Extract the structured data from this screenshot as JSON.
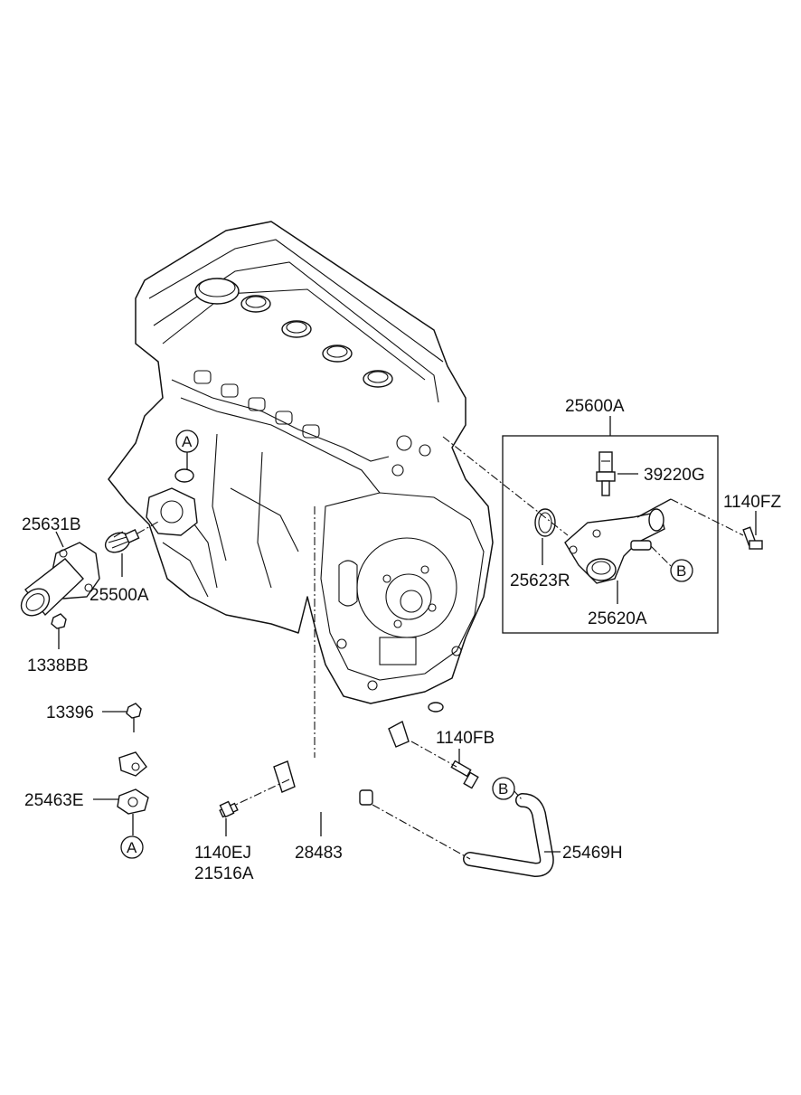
{
  "parts": {
    "p25600A": "25600A",
    "p39220G": "39220G",
    "p1140FZ": "1140FZ",
    "p25623R": "25623R",
    "p25620A": "25620A",
    "p25631B": "25631B",
    "p25500A": "25500A",
    "p1338BB": "1338BB",
    "p13396": "13396",
    "p1140FB": "1140FB",
    "p25463E": "25463E",
    "p1140EJ": "1140EJ",
    "p21516A": "21516A",
    "p28483": "28483",
    "p25469H": "25469H"
  },
  "refs": {
    "a_top": "A",
    "a_bottom": "A",
    "b_box": "B",
    "b_bottom": "B"
  }
}
